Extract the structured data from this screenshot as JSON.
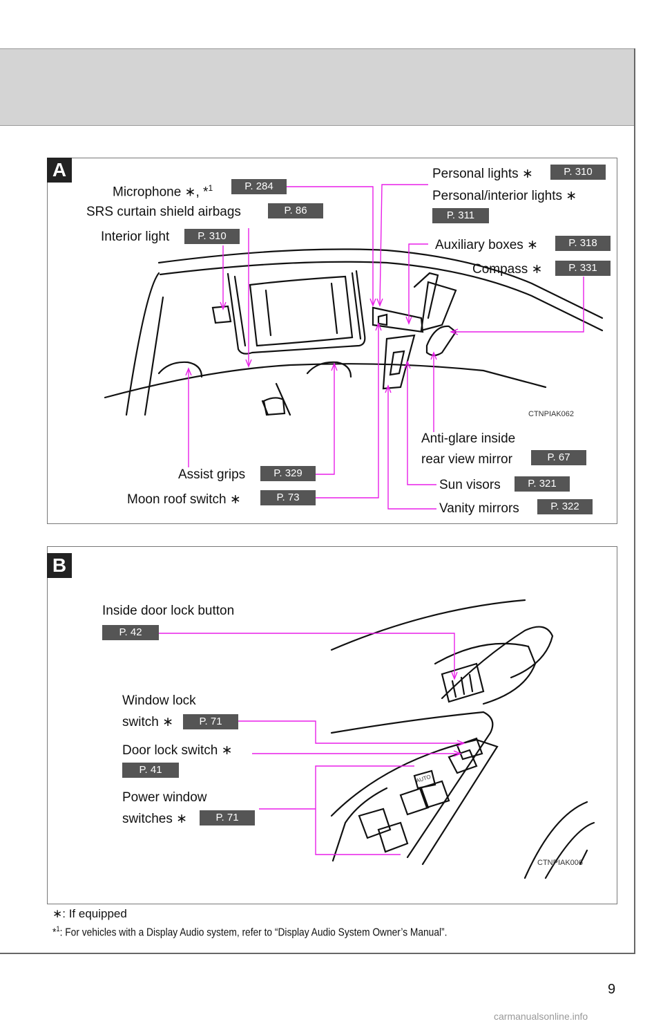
{
  "section_a": {
    "tag": "A",
    "labels": {
      "microphone": "Microphone ∗, *",
      "microphone_sup": "1",
      "srs": "SRS curtain shield airbags",
      "interior": "Interior light",
      "personal": "Personal lights ∗",
      "personal_interior": "Personal/interior lights ∗",
      "auxiliary": "Auxiliary boxes ∗",
      "compass": "Compass ∗",
      "antiglare_1": "Anti-glare inside",
      "antiglare_2": "rear view mirror",
      "assist": "Assist grips",
      "moonroof": "Moon roof switch ∗",
      "sunvisors": "Sun visors",
      "vanity": "Vanity mirrors"
    },
    "refs": {
      "microphone": "P. 284",
      "srs": "P. 86",
      "interior": "P. 310",
      "personal": "P. 310",
      "personal_interior": "P. 311",
      "auxiliary": "P. 318",
      "compass": "P. 331",
      "antiglare": "P. 67",
      "assist": "P. 329",
      "moonroof": "P. 73",
      "sunvisors": "P. 321",
      "vanity": "P. 322"
    },
    "figure_code": "CTNPIAK062"
  },
  "section_b": {
    "tag": "B",
    "labels": {
      "inside_door": "Inside door lock button",
      "window_lock_1": "Window lock",
      "window_lock_2": "switch ∗",
      "door_lock": "Door lock switch ∗",
      "power_window_1": "Power window",
      "power_window_2": "switches ∗"
    },
    "refs": {
      "inside_door": "P. 42",
      "window_lock": "P. 71",
      "door_lock": "P. 41",
      "power_window": "P. 71"
    },
    "figure_code": "CTNPIAK006",
    "switch_label": "AUTO"
  },
  "footnotes": {
    "equipped": "∗: If equipped",
    "note1_mark": "*",
    "note1_sup": "1",
    "note1_text": ": For vehicles with a Display Audio system, refer to “Display Audio System Owner’s Manual”."
  },
  "page_number": "9",
  "watermark": "carmanualsonline.info",
  "colors": {
    "leader": "#e81ee8",
    "tag_bg": "#222222",
    "ref_bg": "#555555",
    "header_band": "#d4d4d4"
  }
}
